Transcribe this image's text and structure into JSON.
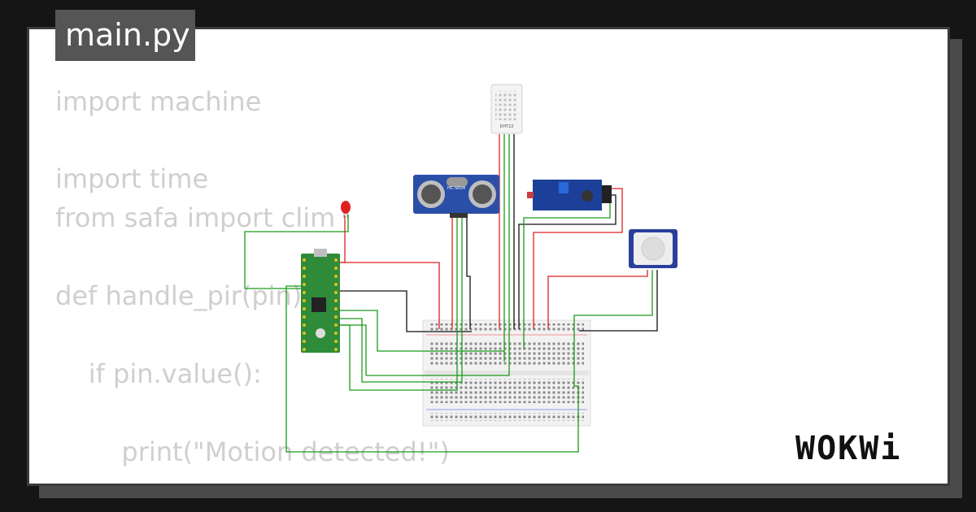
{
  "tab": {
    "label": "main.py"
  },
  "code": {
    "lines": [
      "import machine",
      "import time",
      "from safa import clim",
      "def handle_pir(pin):",
      "    if pin.value():",
      "        print(\"Motion detected!\")"
    ]
  },
  "components": {
    "dht": {
      "label": "DHT22"
    },
    "ultrasonic": {
      "label": "HC-SR04"
    }
  },
  "brand": {
    "logo": "WOKWi"
  },
  "colors": {
    "wire_red": "#e02020",
    "wire_green": "#1a9a1a",
    "wire_black": "#111111",
    "pico_board": "#2e8b3a",
    "ultrasonic_board": "#2a4fa8",
    "ldr_board": "#1c3f9a",
    "pir_board": "#2a3f9c"
  }
}
